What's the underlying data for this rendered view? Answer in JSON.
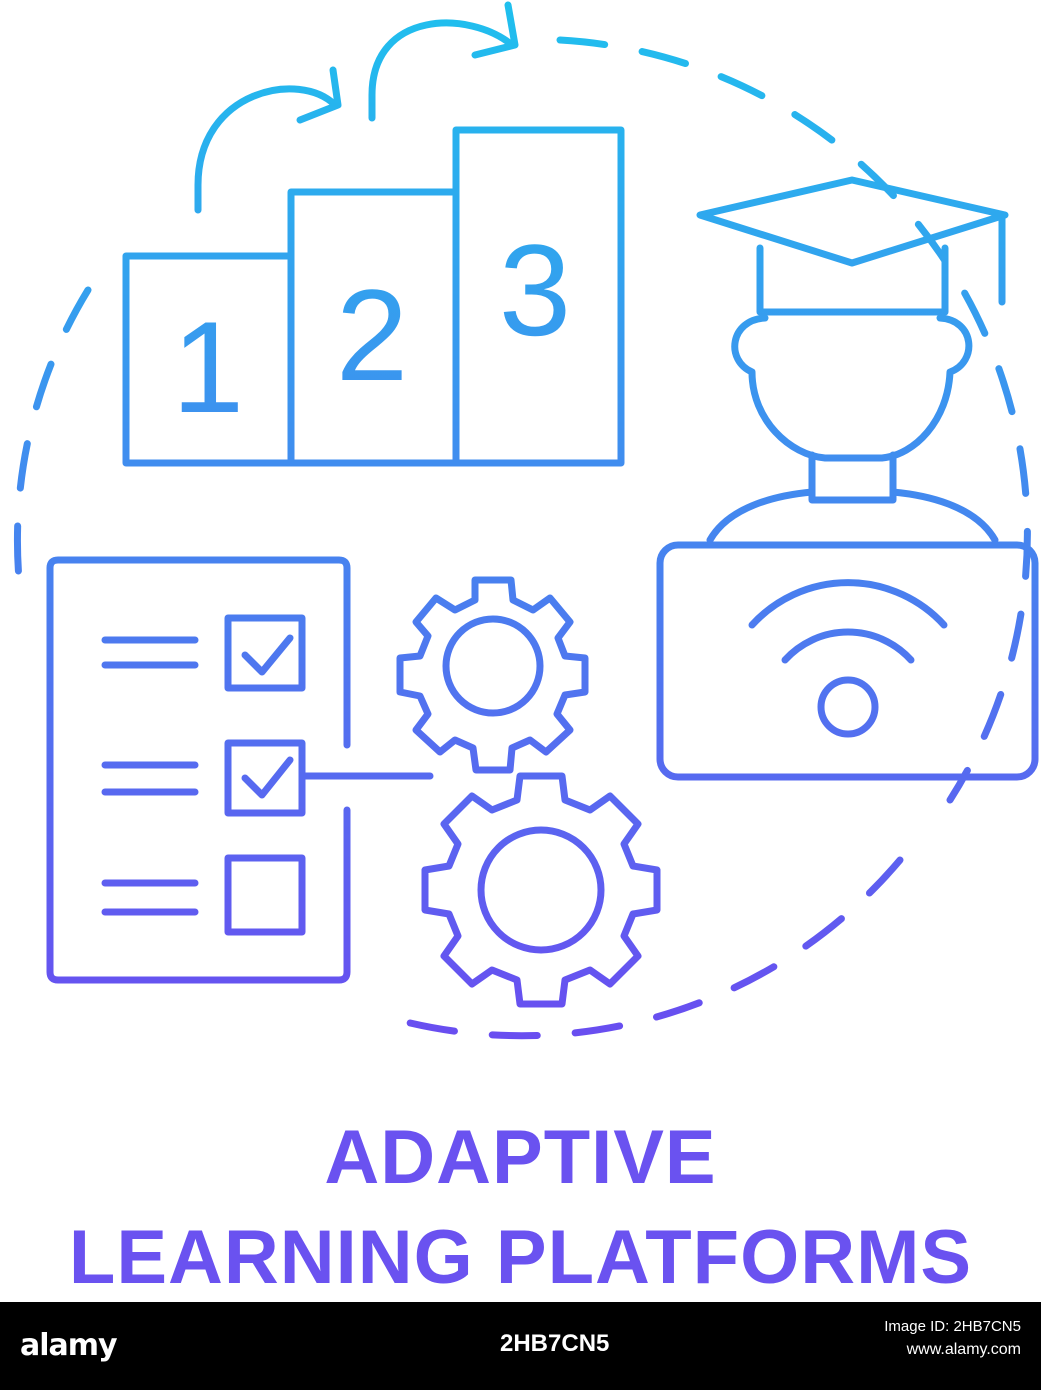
{
  "illustration": {
    "digits": [
      "1",
      "2",
      "3"
    ],
    "colors": {
      "gradient_start": "#1fc0ee",
      "gradient_end": "#6a4cf0"
    }
  },
  "caption": {
    "line1": "ADAPTIVE",
    "line2": "LEARNING PLATFORMS"
  },
  "footer": {
    "logo": "alamy",
    "image_id_label": "Image ID: 2HB7CN5",
    "url": "www.alamy.com",
    "image_id": "2HB7CN5"
  }
}
